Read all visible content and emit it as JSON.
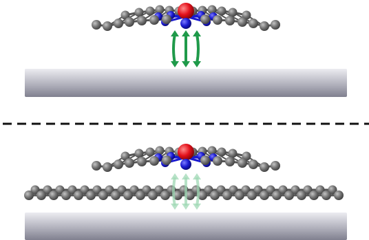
{
  "colors": {
    "carbon": "#6b6b6b",
    "carbon_highlight": "#b5b5b5",
    "nitrogen": "#1a1ad0",
    "metal": "#e3101a",
    "bond": "#555555",
    "slab_top": "#e6e6ec",
    "slab_bottom": "#8a8a98",
    "arrow_strong": "#1f9a4a",
    "arrow_weak": "#9fd8b4",
    "divider": "#111111"
  },
  "panels": [
    {
      "id": "direct",
      "has_graphene_layer": false,
      "interaction": "strong"
    },
    {
      "id": "decoupled",
      "has_graphene_layer": true,
      "interaction": "weak"
    }
  ]
}
